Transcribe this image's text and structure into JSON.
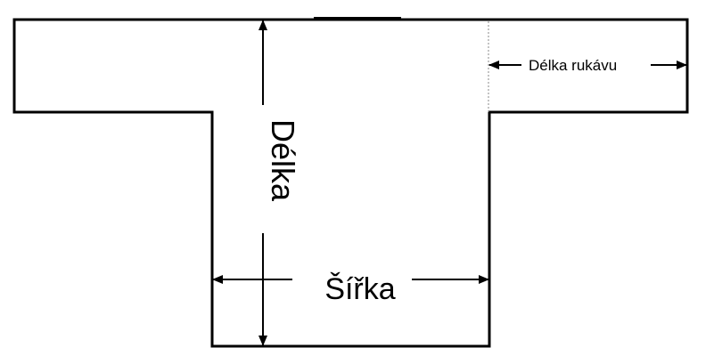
{
  "labels": {
    "sleeve_length": "Délka rukávu",
    "length": "Délka",
    "width": "Šířka"
  },
  "colors": {
    "outline": "#000000",
    "background": "#ffffff",
    "dotted_guide": "#888888"
  }
}
